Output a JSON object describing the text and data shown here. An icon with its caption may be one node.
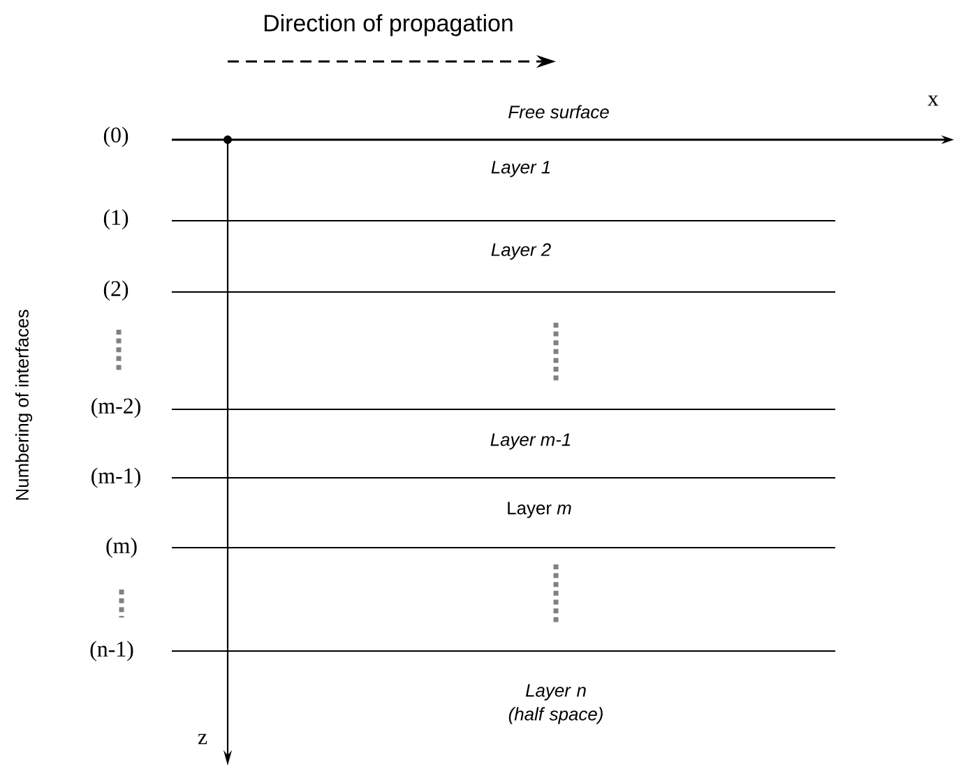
{
  "diagram": {
    "labels": [
      "Direction of propagation",
      "x",
      "Free surface",
      "(0)",
      "Layer 1",
      "(1)",
      "Layer 2",
      "(2)",
      "Numbering of interfaces",
      "(m-2)",
      "Layer m-1",
      "(m-1)",
      "Layer *m*",
      "(m)",
      "(n-1)",
      "Layer n (half space)",
      "z"
    ]
  }
}
